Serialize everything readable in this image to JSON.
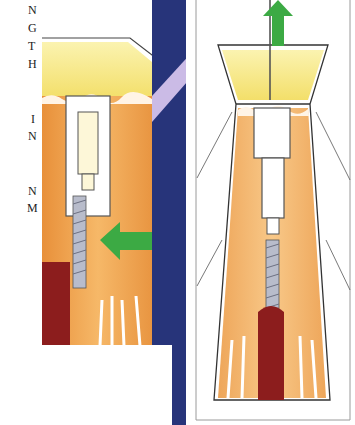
{
  "diagram": {
    "labels": [
      "N",
      "G",
      "T",
      "H",
      "I",
      "N",
      "N",
      "M"
    ]
  }
}
